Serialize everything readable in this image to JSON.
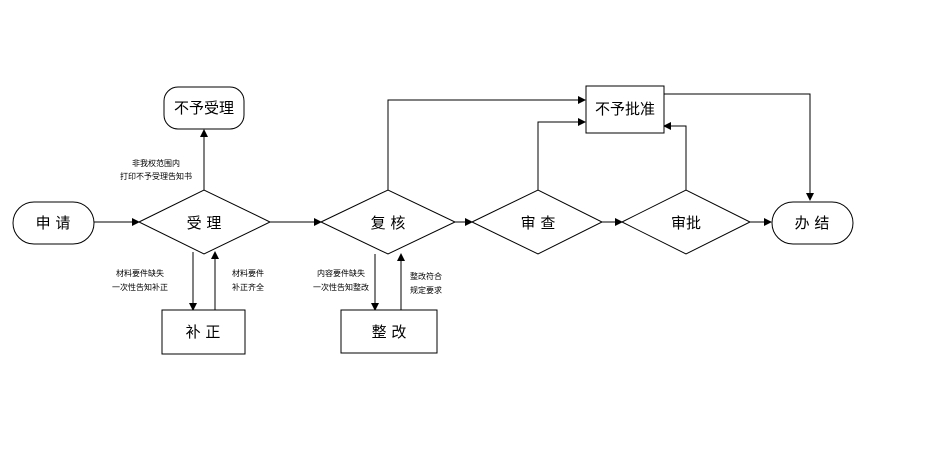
{
  "nodes": {
    "apply": "申  请",
    "accept": "受  理",
    "not_accept": "不予受理",
    "supplement": "补  正",
    "recheck": "复  核",
    "rectify": "整  改",
    "review": "审  查",
    "approve": "审批",
    "not_approve": "不予批准",
    "finish": "办  结"
  },
  "notes": {
    "out_of_scope_line1": "非我权范围内",
    "out_of_scope_line2": "打印不予受理告知书",
    "material_lacking_line1": "材料要件缺失",
    "material_lacking_line2": "一次性告知补正",
    "material_complete_line1": "材料要件",
    "material_complete_line2": "补正齐全",
    "content_lacking_line1": "内容要件缺失",
    "content_lacking_line2": "一次性告知整改",
    "rectify_ok_line1": "整改符合",
    "rectify_ok_line2": "规定要求"
  }
}
